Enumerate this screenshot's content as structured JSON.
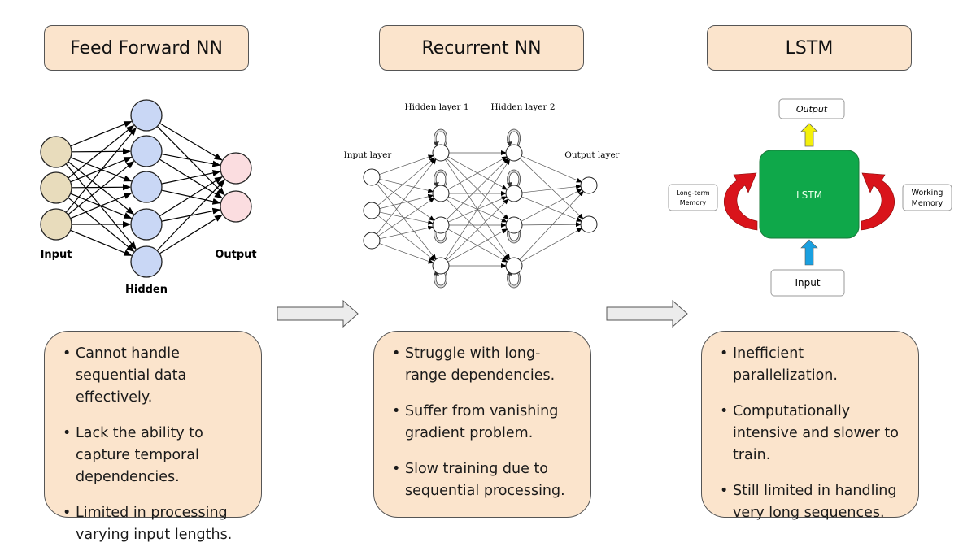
{
  "columns": [
    {
      "title": "Feed Forward NN",
      "bullets": [
        "Cannot handle sequential data effectively.",
        "Lack the ability to capture temporal dependencies.",
        "Limited in processing varying input lengths."
      ],
      "diagram": {
        "labels": {
          "input": "Input",
          "hidden": "Hidden",
          "output": "Output"
        },
        "layers": [
          3,
          5,
          2
        ],
        "colors": {
          "input": "#e8dcbc",
          "hidden": "#c9d7f5",
          "output": "#fbdde0"
        }
      }
    },
    {
      "title": "Recurrent NN",
      "bullets": [
        "Struggle with long-range dependencies.",
        "Suffer from vanishing gradient problem.",
        "Slow training due to sequential processing."
      ],
      "diagram": {
        "labels": {
          "input": "Input layer",
          "hidden1": "Hidden layer 1",
          "hidden2": "Hidden layer 2",
          "output": "Output layer"
        },
        "layers": [
          3,
          4,
          4,
          2
        ]
      }
    },
    {
      "title": "LSTM",
      "bullets": [
        "Inefficient parallelization.",
        "Computationally intensive and slower to train.",
        "Still limited in handling very long sequences."
      ],
      "diagram": {
        "labels": {
          "core": "LSTM",
          "output": "Output",
          "input": "Input",
          "long_term": [
            "Long-term",
            "Memory"
          ],
          "working": [
            "Working",
            "Memory"
          ]
        },
        "colors": {
          "core": "#0fa84a",
          "memory_arrow": "#d9141b",
          "output_arrow": "#f4f00a",
          "input_arrow": "#1aa0e0"
        }
      }
    }
  ],
  "transition_arrows": [
    "ffnn-to-rnn",
    "rnn-to-lstm"
  ]
}
